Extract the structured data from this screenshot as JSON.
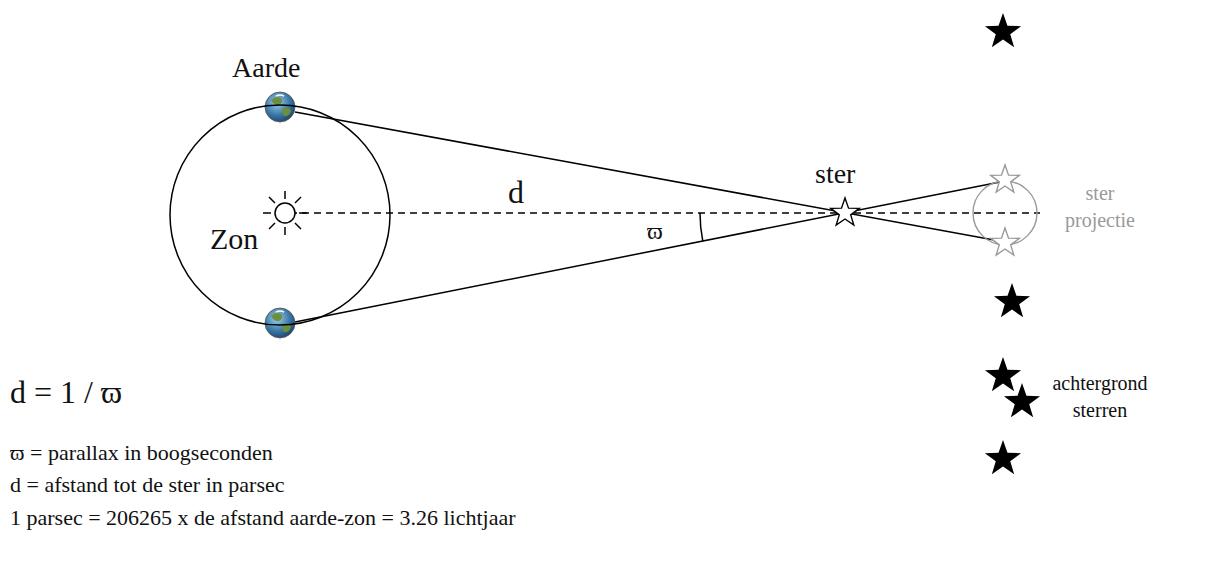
{
  "diagram": {
    "nodes": [
      {
        "text": [
          "Zon"
        ]
      }
    ],
    "labels": [
      "Aarde",
      "ster",
      "d",
      "ϖ",
      "ster projectie",
      "achtergrond sterren",
      "d = 1 / ϖ",
      "ϖ = parallax in boogseconden",
      "d = afstand tot de ster in parsec",
      "1 parsec = 206265 x de afstand aarde-zon = 3.26 lichtjaar"
    ]
  }
}
